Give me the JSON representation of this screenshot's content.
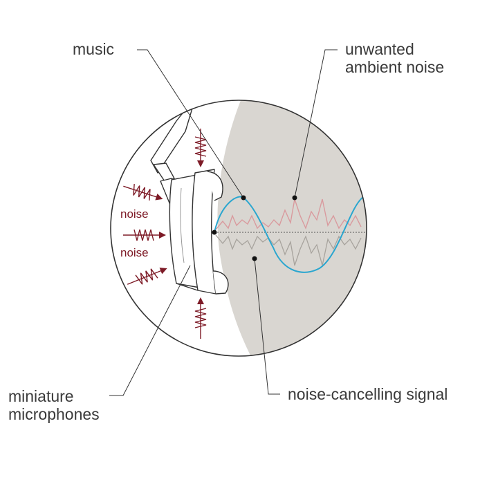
{
  "labels": {
    "music": "music",
    "ambient_line1": "unwanted",
    "ambient_line2": "ambient noise",
    "mic_line1": "miniature",
    "mic_line2": "microphones",
    "cancel": "noise-cancelling signal",
    "noise_1": "noise",
    "noise_2": "noise"
  },
  "colors": {
    "music_wave": "#2aa6cf",
    "ambient_wave": "#d99a9e",
    "cancel_wave": "#a7a39d",
    "noise_arrow": "#7d1a26",
    "ear_region": "#d9d6d1",
    "outline": "#333333"
  },
  "icons": [
    "headphone-earcup",
    "noise-arrow",
    "leader-line"
  ]
}
